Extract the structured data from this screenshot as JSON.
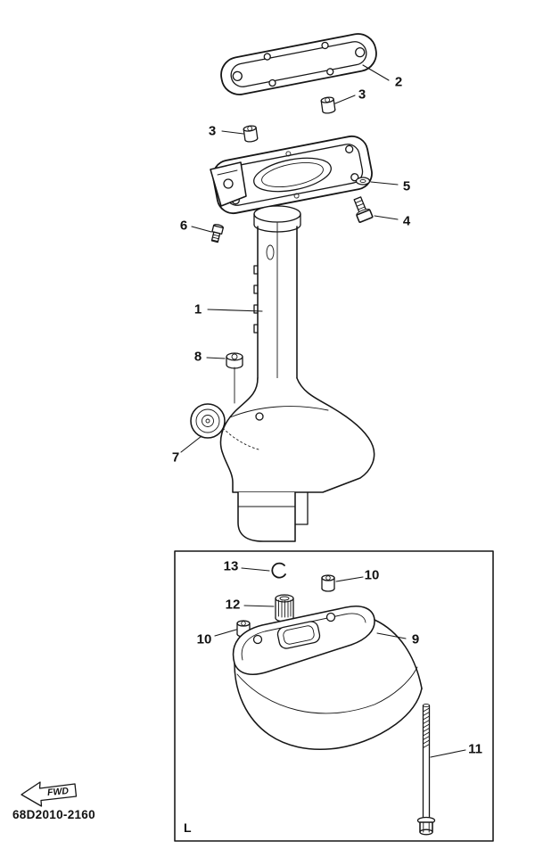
{
  "diagram": {
    "code": "68D2010-2160",
    "inset_label": "L",
    "fwd_label": "FWD",
    "callouts": {
      "c1": "1",
      "c2": "2",
      "c3a": "3",
      "c3b": "3",
      "c4": "4",
      "c5": "5",
      "c6": "6",
      "c7": "7",
      "c8": "8",
      "c9": "9",
      "c10a": "10",
      "c10b": "10",
      "c11": "11",
      "c12": "12",
      "c13": "13"
    },
    "colors": {
      "line": "#161616",
      "background": "#ffffff"
    }
  }
}
